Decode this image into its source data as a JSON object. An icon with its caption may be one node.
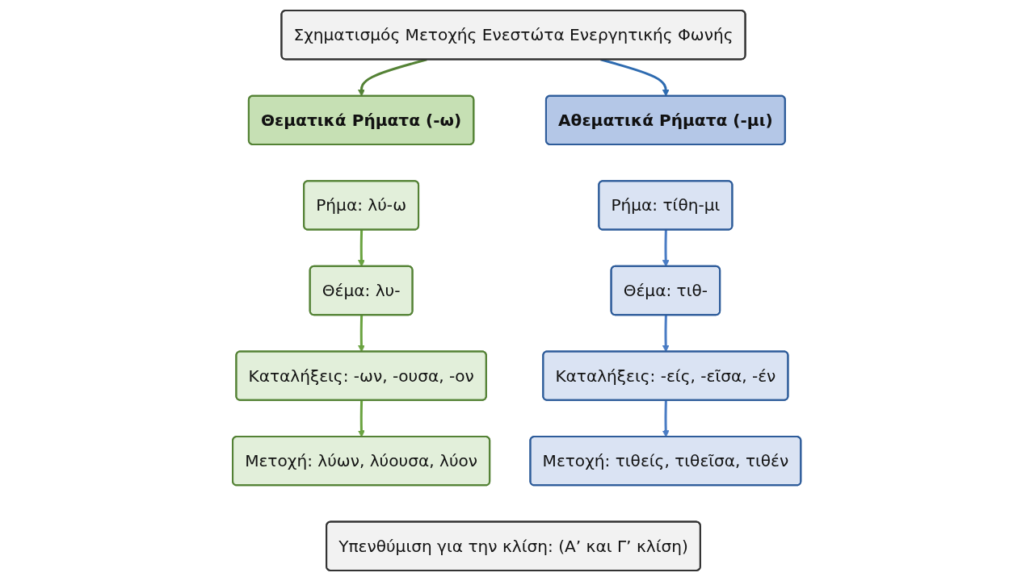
{
  "diagram": {
    "nodes": [
      {
        "text": [
          "Σχηματισμός Μετοχής Ενεστώτα Ενεργητικής Φωνής"
        ]
      },
      {
        "text": [
          "Θεματικά Ρήματα (-ω)"
        ]
      },
      {
        "text": [
          "Αθεματικά Ρήματα (-μι)"
        ]
      },
      {
        "text": [
          "Ρήμα: λύ-ω"
        ]
      },
      {
        "text": [
          "Θέμα: λυ-"
        ]
      },
      {
        "text": [
          "Καταλήξεις: -ων, -ουσα, -ον"
        ]
      },
      {
        "text": [
          "Μετοχή: λύων, λύουσα, λύον"
        ]
      },
      {
        "text": [
          "Ρήμα: τίθη-μι"
        ]
      },
      {
        "text": [
          "Θέμα: τιθ-"
        ]
      },
      {
        "text": [
          "Καταλήξεις: -είς, -εῖσα, -έν"
        ]
      },
      {
        "text": [
          "Μετοχή: τιθείς, τιθεῖσα, τιθέν"
        ]
      },
      {
        "text": [
          "Υπενθύμιση για την κλίση: (Α’ και Γ’ κλίση)"
        ]
      }
    ],
    "edges": [
      {
        "from": 0,
        "to": 1,
        "arrow": "to",
        "color": "#548235"
      },
      {
        "from": 0,
        "to": 2,
        "arrow": "to",
        "color": "#2e6bb0"
      },
      {
        "from": 3,
        "to": 4,
        "arrow": "to",
        "color": "#6aa340"
      },
      {
        "from": 4,
        "to": 5,
        "arrow": "to",
        "color": "#6aa340"
      },
      {
        "from": 5,
        "to": 6,
        "arrow": "to",
        "color": "#6aa340"
      },
      {
        "from": 7,
        "to": 8,
        "arrow": "to",
        "color": "#4a7cc4"
      },
      {
        "from": 8,
        "to": 9,
        "arrow": "to",
        "color": "#4a7cc4"
      },
      {
        "from": 9,
        "to": 10,
        "arrow": "to",
        "color": "#4a7cc4"
      }
    ]
  }
}
